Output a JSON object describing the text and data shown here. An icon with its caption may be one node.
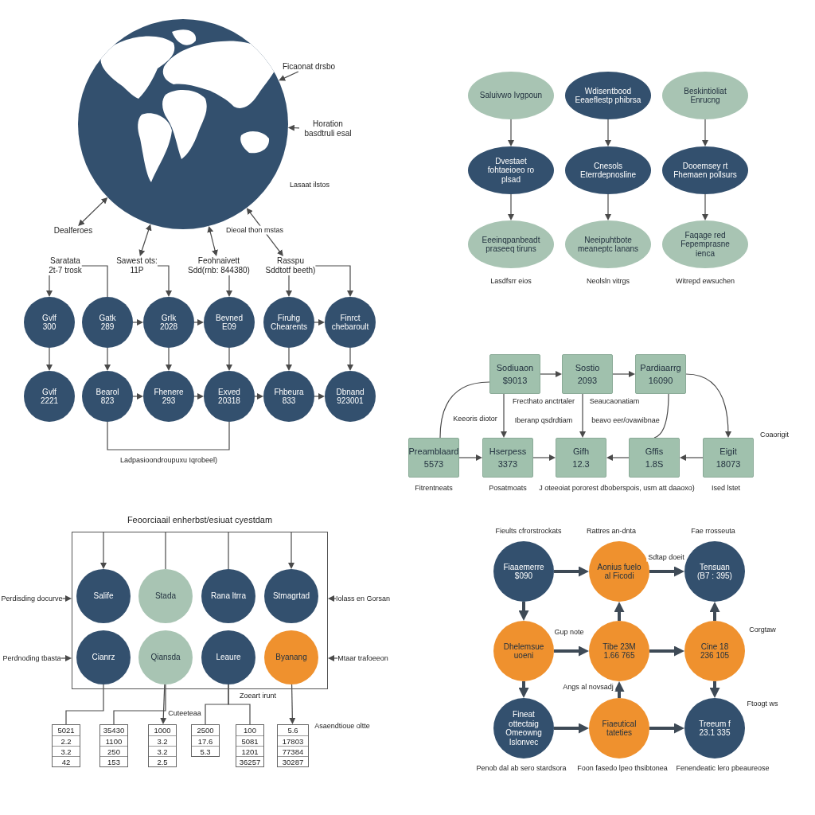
{
  "diagram": {
    "nodes": [
      {
        "text": [],
        "shape": "picture",
        "beside": [
          "Lasaat ilstos"
        ]
      },
      {
        "text": [
          "Ficaonat drsbo"
        ]
      },
      {
        "text": [
          "Horation basdtruli esal"
        ]
      },
      {
        "text": [
          "Dealferoes"
        ]
      },
      {
        "text": [
          "Saratata",
          "2t-7 trosk"
        ]
      },
      {
        "text": [
          "Sawest ots:",
          "11P"
        ]
      },
      {
        "text": [
          "Feohnaivett",
          "Sdd(rnb: 844380)"
        ]
      },
      {
        "text": [
          "Rasspu",
          "Sddtotf beeth)"
        ]
      },
      {
        "text": [
          "Gvlf",
          "300"
        ]
      },
      {
        "text": [
          "Gatk",
          "289"
        ]
      },
      {
        "text": [
          "Grlk",
          "2028"
        ]
      },
      {
        "text": [
          "Bevned",
          "E09"
        ]
      },
      {
        "text": [
          "Firuhg",
          "Chearents"
        ]
      },
      {
        "text": [
          "Finrct",
          "chebaroult"
        ]
      },
      {
        "text": [
          "Gvlf",
          "2221"
        ]
      },
      {
        "text": [
          "Bearol",
          "823"
        ]
      },
      {
        "text": [
          "Fhenere",
          "293"
        ]
      },
      {
        "text": [
          "Exved",
          "20318"
        ]
      },
      {
        "text": [
          "Fhbeura",
          "833"
        ]
      },
      {
        "text": [
          "Dbnand",
          "923001"
        ]
      },
      {
        "text": [
          "Saluivwo Ivgpoun"
        ]
      },
      {
        "text": [
          "Wdisentbood Eeaeflestp phibrsa"
        ]
      },
      {
        "text": [
          "Beskintioliat Enrucng"
        ]
      },
      {
        "text": [
          "Dvestaet fohtaeioeo ro plsad"
        ]
      },
      {
        "text": [
          "Cnesols Eterrdepnosline"
        ]
      },
      {
        "text": [
          "Dooemsey rt Fhemaen pollsurs"
        ]
      },
      {
        "text": [
          "Eeeinqpanbeadt praseeq tiruns"
        ],
        "beside": [
          "Lasdfsrr eios"
        ]
      },
      {
        "text": [
          "Neeipuhtbote meaneptc lanans"
        ],
        "beside": [
          "Neolsln vitrgs"
        ]
      },
      {
        "text": [
          "Faqage red Fepemprasne ienca"
        ],
        "beside": [
          "Witrepd ewsuchen"
        ]
      },
      {
        "text": [
          "Sodiuaon",
          "$9013"
        ],
        "beside": [
          "Frecthato anctrtaler"
        ]
      },
      {
        "text": [
          "Sostio",
          "2093"
        ],
        "beside": [
          "Seaucaonatiam"
        ]
      },
      {
        "text": [
          "Pardiaarrg",
          "16090"
        ]
      },
      {
        "text": [
          "Preamblaard",
          "5573"
        ],
        "beside": [
          "Fitrentneats"
        ]
      },
      {
        "text": [
          "Hserpess",
          "3373"
        ],
        "beside": [
          "Posatmoats"
        ]
      },
      {
        "text": [
          "Gifh",
          "12.3"
        ],
        "beside": [
          "J oteeoiat pororest dboberspois, usm att daaoxo)"
        ]
      },
      {
        "text": [
          "Gffis",
          "1.8S"
        ]
      },
      {
        "text": [
          "Eigit",
          "18073"
        ],
        "beside": [
          "Coaorigit",
          "Ised lstet"
        ]
      },
      {
        "text": [
          "Feoorciaail enherbst/esiuat cyestdam"
        ]
      },
      {
        "text": [
          "Salife"
        ],
        "in": 37
      },
      {
        "text": [
          "Stada"
        ],
        "in": 37
      },
      {
        "text": [
          "Rana ltrra"
        ],
        "in": 37
      },
      {
        "text": [
          "Stmagrtad"
        ],
        "in": 37
      },
      {
        "text": [
          "Cianrz"
        ],
        "in": 37
      },
      {
        "text": [
          "Qiansda"
        ],
        "in": 37
      },
      {
        "text": [
          "Leaure"
        ],
        "in": 37
      },
      {
        "text": [
          "Byanang"
        ],
        "in": 37
      },
      {
        "text": [
          "Perdisding docurve"
        ]
      },
      {
        "text": [
          "Iolass en Gorsan"
        ]
      },
      {
        "text": [
          "Perdnoding tbasta"
        ]
      },
      {
        "text": [
          "Mtaar trafoeeon"
        ]
      },
      {
        "text": [
          "5021",
          "2.2",
          "3.2",
          "42"
        ]
      },
      {
        "text": [
          "35430",
          "1100",
          "250",
          "153"
        ]
      },
      {
        "text": [
          "1000",
          "3.2",
          "3.2",
          "2.5"
        ]
      },
      {
        "text": [
          "2500",
          "17.6",
          "5.3"
        ]
      },
      {
        "text": [
          "100",
          "5081",
          "1201",
          "36257"
        ]
      },
      {
        "text": [
          "5.6",
          "17803",
          "77384",
          "30287"
        ],
        "beside": [
          "Asaendtioue oltte"
        ]
      },
      {
        "text": [
          "Fiaaemerre",
          "$090"
        ],
        "beside": [
          "Fieults cfrorstrockats"
        ]
      },
      {
        "text": [
          "Aonius fuelo al Ficodi"
        ],
        "beside": [
          "Rattres an-dnta"
        ]
      },
      {
        "text": [
          "Tensuan",
          "(B7 : 395)"
        ],
        "beside": [
          "Fae rrosseuta"
        ]
      },
      {
        "text": [
          "Dhelemsue uoeni"
        ]
      },
      {
        "text": [
          "Tibe 23M",
          "1.66 765"
        ]
      },
      {
        "text": [
          "Cine 18",
          "236 105"
        ],
        "beside": [
          "Corgtaw"
        ]
      },
      {
        "text": [
          "Fineat ottectaig Omeowng Islonvec"
        ],
        "beside": [
          "Penob dal ab sero stardsora"
        ]
      },
      {
        "text": [
          "Fiaeutical tateties"
        ],
        "beside": [
          "Foon fasedo lpeo thsibtonea"
        ]
      },
      {
        "text": [
          "Treeum f",
          "23.1 335"
        ],
        "beside": [
          "Ftoogt ws",
          "Fenendeatic lero pbeaureose"
        ]
      }
    ],
    "edges": [
      {
        "from": 1,
        "to": 0,
        "arrow": "to"
      },
      {
        "from": 2,
        "to": 0,
        "arrow": "to"
      },
      {
        "from": 0,
        "to": 3,
        "arrow": "both"
      },
      {
        "from": 0,
        "to": 5,
        "arrow": "both"
      },
      {
        "from": 0,
        "to": 6,
        "arrow": "both"
      },
      {
        "from": 0,
        "to": 7,
        "arrow": "both",
        "label": "Dieoal thon mstas"
      },
      {
        "from": 4,
        "to": 8,
        "arrow": "to"
      },
      {
        "from": 4,
        "to": 9,
        "arrow": "none"
      },
      {
        "from": 5,
        "to": 10,
        "arrow": "to"
      },
      {
        "from": 6,
        "to": 11,
        "arrow": "to"
      },
      {
        "from": 7,
        "to": 12,
        "arrow": "to"
      },
      {
        "from": 7,
        "to": 13,
        "arrow": "to"
      },
      {
        "from": 9,
        "to": 10,
        "arrow": "to"
      },
      {
        "from": 10,
        "to": 11,
        "arrow": "to"
      },
      {
        "from": 12,
        "to": 13,
        "arrow": "to"
      },
      {
        "from": 8,
        "to": 14,
        "arrow": "to"
      },
      {
        "from": 9,
        "to": 15,
        "arrow": "to"
      },
      {
        "from": 10,
        "to": 16,
        "arrow": "to"
      },
      {
        "from": 11,
        "to": 17,
        "arrow": "to"
      },
      {
        "from": 12,
        "to": 18,
        "arrow": "to"
      },
      {
        "from": 13,
        "to": 19,
        "arrow": "to"
      },
      {
        "from": 15,
        "to": 16,
        "arrow": "to"
      },
      {
        "from": 16,
        "to": 17,
        "arrow": "to"
      },
      {
        "from": 17,
        "to": 18,
        "arrow": "to"
      },
      {
        "from": 18,
        "to": 19,
        "arrow": "to"
      },
      {
        "from": 15,
        "to": 17,
        "arrow": "none",
        "label": "Ladpasioondroupuxu Iqrobeel)"
      },
      {
        "from": 20,
        "to": 23,
        "arrow": "to"
      },
      {
        "from": 23,
        "to": 26,
        "arrow": "to"
      },
      {
        "from": 21,
        "to": 24,
        "arrow": "to"
      },
      {
        "from": 24,
        "to": 27,
        "arrow": "to"
      },
      {
        "from": 22,
        "to": 25,
        "arrow": "to"
      },
      {
        "from": 25,
        "to": 28,
        "arrow": "to"
      },
      {
        "from": 29,
        "to": 30,
        "arrow": "to"
      },
      {
        "from": 30,
        "to": 31,
        "arrow": "to"
      },
      {
        "from": 31,
        "to": 36,
        "arrow": "to"
      },
      {
        "from": 36,
        "to": 35,
        "arrow": "to"
      },
      {
        "from": 35,
        "to": 34,
        "arrow": "to"
      },
      {
        "from": 32,
        "to": 33,
        "arrow": "to"
      },
      {
        "from": 33,
        "to": 34,
        "arrow": "to"
      },
      {
        "from": 29,
        "to": 33,
        "arrow": "to",
        "label": "Iberanp qsdrdtiam"
      },
      {
        "from": 30,
        "to": 34,
        "arrow": "to",
        "label": "beavo eer/ovawibnae"
      },
      {
        "from": 32,
        "to": 29,
        "arrow": "none",
        "label": "Keeoris diotor"
      },
      {
        "from": 31,
        "to": 35,
        "arrow": "none"
      },
      {
        "from": 46,
        "to": 37,
        "arrow": "to"
      },
      {
        "from": 47,
        "to": 37,
        "arrow": "to"
      },
      {
        "from": 48,
        "to": 37,
        "arrow": "to"
      },
      {
        "from": 49,
        "to": 37,
        "arrow": "to"
      },
      {
        "from": 42,
        "to": 50,
        "arrow": "none"
      },
      {
        "from": 43,
        "to": 51,
        "arrow": "none"
      },
      {
        "from": 43,
        "to": 52,
        "arrow": "to",
        "label": "Cuteeteaa"
      },
      {
        "from": 44,
        "to": 53,
        "arrow": "none"
      },
      {
        "from": 44,
        "to": 54,
        "arrow": "none",
        "label": "Zoeart irunt"
      },
      {
        "from": 45,
        "to": 55,
        "arrow": "to"
      },
      {
        "from": 56,
        "to": 57,
        "arrow": "to",
        "style": "thick"
      },
      {
        "from": 57,
        "to": 58,
        "arrow": "to",
        "style": "thick",
        "label": "Sdtap doeit"
      },
      {
        "from": 56,
        "to": 59,
        "arrow": "to",
        "style": "thick"
      },
      {
        "from": 59,
        "to": 60,
        "arrow": "to",
        "style": "thick",
        "label": "Gup note"
      },
      {
        "from": 60,
        "to": 61,
        "arrow": "to",
        "style": "thick"
      },
      {
        "from": 60,
        "to": 57,
        "arrow": "to",
        "style": "thick"
      },
      {
        "from": 61,
        "to": 58,
        "arrow": "to",
        "style": "thick"
      },
      {
        "from": 59,
        "to": 62,
        "arrow": "to",
        "style": "thick"
      },
      {
        "from": 61,
        "to": 64,
        "arrow": "to",
        "style": "thick"
      },
      {
        "from": 62,
        "to": 63,
        "arrow": "to",
        "style": "thick"
      },
      {
        "from": 63,
        "to": 64,
        "arrow": "to",
        "style": "thick"
      },
      {
        "from": 63,
        "to": 60,
        "arrow": "to",
        "style": "thick",
        "label": "Angs al novsadj"
      },
      {
        "from": 37,
        "to": 38,
        "arrow": "to"
      },
      {
        "from": 37,
        "to": 39,
        "arrow": "none"
      },
      {
        "from": 37,
        "to": 40,
        "arrow": "none"
      },
      {
        "from": 37,
        "to": 41,
        "arrow": "to"
      }
    ]
  }
}
